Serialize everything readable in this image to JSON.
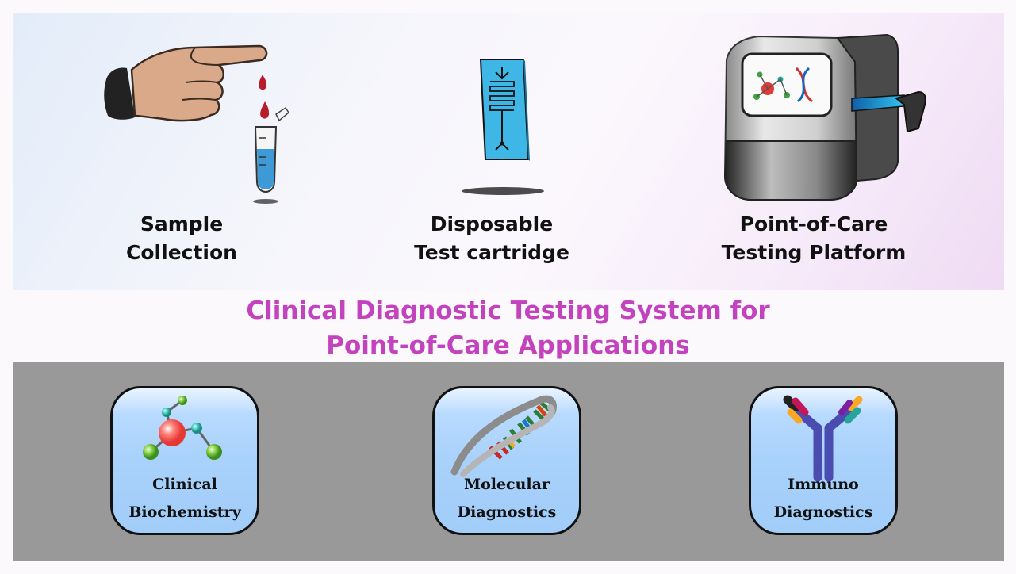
{
  "steps": [
    {
      "line1": "Sample",
      "line2": "Collection",
      "icon": "finger-blood-drop-tube-icon"
    },
    {
      "line1": "Disposable",
      "line2": "Test cartridge",
      "icon": "microfluidic-cartridge-icon"
    },
    {
      "line1": "Point-of-Care",
      "line2": "Testing Platform",
      "icon": "analyzer-device-icon"
    }
  ],
  "title": {
    "line1": "Clinical Diagnostic Testing System for",
    "line2": "Point-of-Care Applications"
  },
  "categories": [
    {
      "line1": "Clinical",
      "line2": "Biochemistry",
      "icon": "molecule-icon"
    },
    {
      "line1": "Molecular",
      "line2": "Diagnostics",
      "icon": "dna-helix-icon"
    },
    {
      "line1": "Immuno",
      "line2": "Diagnostics",
      "icon": "antibody-icon"
    }
  ],
  "colors": {
    "title": "#c343bf",
    "panel_gray": "#999999",
    "card_blue": "#a8d1fb"
  }
}
